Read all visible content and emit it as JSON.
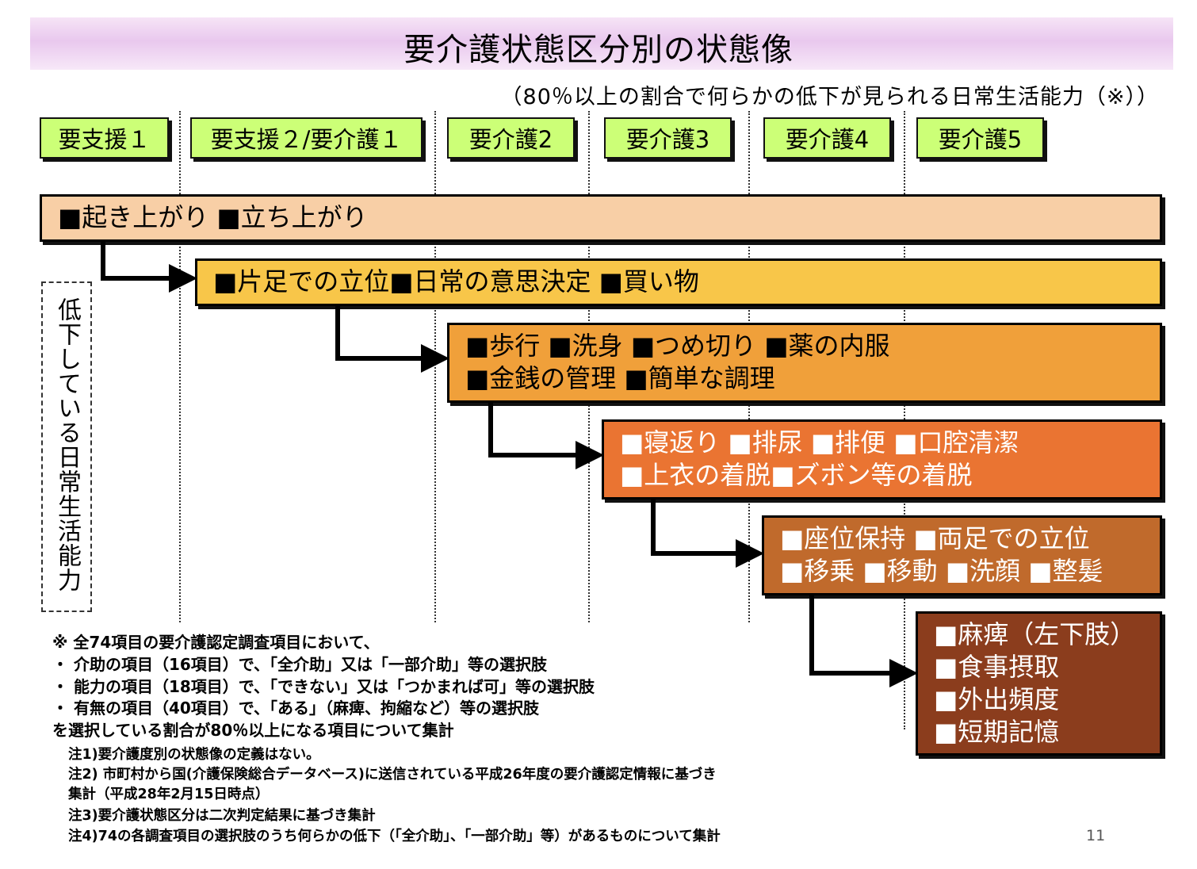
{
  "title": "要介護状態区分別の状態像",
  "subtitle": "（80％以上の割合で何らかの低下が見られる日常生活能力（※））",
  "levels": [
    "要支援１",
    "要支援２/要介護１",
    "要介護2",
    "要介護3",
    "要介護4",
    "要介護5"
  ],
  "side_label": "低下している日常生活能力",
  "tiers": [
    {
      "lines": [
        "■起き上がり ■立ち上がり"
      ],
      "color": "#f8cfa6"
    },
    {
      "lines": [
        "■片足での立位■日常の意思決定 ■買い物"
      ],
      "color": "#f8c649"
    },
    {
      "lines": [
        "■歩行 ■洗身 ■つめ切り ■薬の内服",
        "■金銭の管理 ■簡単な調理"
      ],
      "color": "#f0a03a"
    },
    {
      "lines": [
        "■寝返り ■排尿 ■排便 ■口腔清潔",
        "■上衣の着脱■ズボン等の着脱"
      ],
      "color": "#ea7432"
    },
    {
      "lines": [
        "■座位保持 ■両足での立位",
        "■移乗  ■移動 ■洗顔 ■整髪"
      ],
      "color": "#c06a2c"
    },
    {
      "lines": [
        "■麻痺（左下肢）",
        "■食事摂取",
        "■外出頻度",
        "■短期記憶"
      ],
      "color": "#8b3d1d"
    }
  ],
  "notes_main": [
    "※  全74項目の要介護認定調査項目において、",
    "  ・ 介助の項目（16項目）で、「全介助」又は「一部介助」等の選択肢",
    "  ・ 能力の項目（18項目）で、「できない」又は「つかまれば可」等の選択肢",
    "  ・ 有無の項目（40項目）で、「ある」（麻痺、拘縮など）等の選択肢",
    " を選択している割合が80％以上になる項目について集計"
  ],
  "notes_sub": [
    "注1)要介護度別の状態像の定義はない。",
    "注2) 市町村から国(介護保険総合データベース)に送信されている平成26年度の要介護認定情報に基づき",
    "       集計（平成28年2月15日時点）",
    "注3)要介護状態区分は二次判定結果に基づき集計",
    "注4)74の各調査項目の選択肢のうち何らかの低下（「全介助」、「一部介助」等）があるものについて集計"
  ],
  "page_number": "11"
}
